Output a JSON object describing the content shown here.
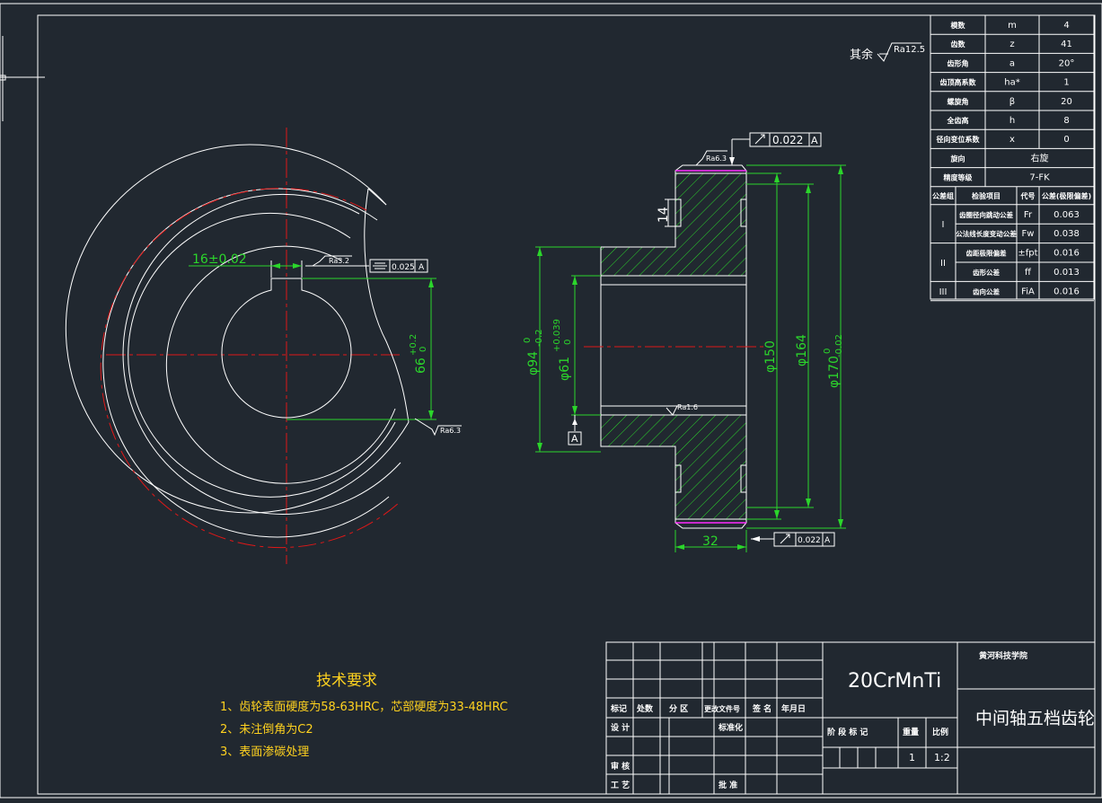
{
  "surface_note_label": "其余",
  "surface_note_value": "Ra12.5",
  "param_table": [
    {
      "name": "模数",
      "symbol": "m",
      "value": "4"
    },
    {
      "name": "齿数",
      "symbol": "z",
      "value": "41"
    },
    {
      "name": "齿形角",
      "symbol": "a",
      "value": "20°"
    },
    {
      "name": "齿顶高系数",
      "symbol": "ha*",
      "value": "1"
    },
    {
      "name": "螺旋角",
      "symbol": "β",
      "value": "20"
    },
    {
      "name": "全齿高",
      "symbol": "h",
      "value": "8"
    },
    {
      "name": "径向变位系数",
      "symbol": "x",
      "value": "0"
    },
    {
      "name": "旋向",
      "symbol": "",
      "value": "右旋"
    },
    {
      "name": "精度等级",
      "symbol": "",
      "value": "7-FK"
    }
  ],
  "tol_headers": {
    "group": "公差组",
    "item": "检验项目",
    "code": "代号",
    "tol": "公差(极限偏差)"
  },
  "tol_rows": [
    {
      "group": "I",
      "item": "齿圈径向跳动公差",
      "code": "Fr",
      "tol": "0.063"
    },
    {
      "group": "",
      "item": "公法线长度变动公差",
      "code": "Fw",
      "tol": "0.038"
    },
    {
      "group": "II",
      "item": "齿距极限偏差",
      "code": "±fpt",
      "tol": "0.016"
    },
    {
      "group": "",
      "item": "齿形公差",
      "code": "ff",
      "tol": "0.013"
    },
    {
      "group": "III",
      "item": "齿向公差",
      "code": "FiA",
      "tol": "0.016"
    }
  ],
  "tech_req": {
    "title": "技术要求",
    "items": [
      "1、齿轮表面硬度为58-63HRC，芯部硬度为33-48HRC",
      "2、未注倒角为C2",
      "3、表面渗碳处理"
    ]
  },
  "dims": {
    "keyway_width": "16±0.02",
    "keyway_depth": "66",
    "keyway_depth_tol_upper": "+0.2",
    "keyway_depth_tol_lower": "0",
    "ra_keyway": "Ra3.2",
    "sym_tol": "0.025",
    "sym_datum": "A",
    "ra_key_bottom": "Ra6.3",
    "ra_tooth": "Ra6.3",
    "runout_top": "0.022",
    "runout_top_datum": "A",
    "runout_bottom": "0.022",
    "runout_bottom_datum": "A",
    "bore_ra": "Ra1.6",
    "datum": "A",
    "hub_dia": "φ94",
    "hub_dia_tol_upper": "0",
    "hub_dia_tol_lower": "-0.2",
    "bore_dia": "φ61",
    "bore_dia_tol_upper": "+0.039",
    "bore_dia_tol_lower": "0",
    "root_dia": "φ150",
    "pitch_dia": "φ164",
    "tip_dia": "φ170",
    "tip_dia_tol_upper": "0",
    "tip_dia_tol_lower": "-0.02",
    "face_width": "32",
    "groove_width": "14"
  },
  "title_block": {
    "school": "黄河科技学院",
    "material": "20CrMnTi",
    "part_name": "中间轴五档齿轮",
    "h_mark": "标记",
    "h_count": "处数",
    "h_zone": "分 区",
    "h_change": "更改文件号",
    "h_sign": "签 名",
    "h_date": "年月日",
    "design": "设 计",
    "standard": "标准化",
    "stage": "阶 段 标 记",
    "weight": "重量",
    "scale": "比例",
    "qty": "1",
    "scale_value": "1:2",
    "review": "审 核",
    "process": "工 艺",
    "approve": "批 准"
  }
}
